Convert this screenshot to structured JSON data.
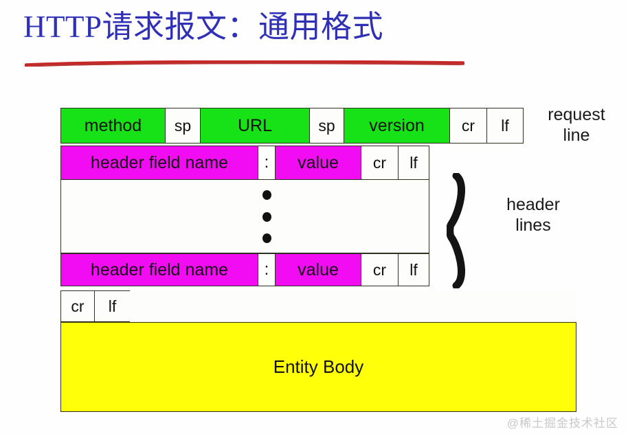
{
  "slide": {
    "title": "HTTP请求报文：通用格式",
    "title_color": "#2f30b5",
    "underline_color": "#c62828"
  },
  "diagram": {
    "type": "http-request-message-format",
    "colors": {
      "green": "#16e216",
      "magenta": "#f10cf1",
      "white": "#fdfdfb",
      "yellow": "#ffff09",
      "border": "#2f2f1f"
    },
    "request_line": {
      "label": "request\nline",
      "cells": [
        {
          "text": "method",
          "fill": "green"
        },
        {
          "text": "sp",
          "fill": "white"
        },
        {
          "text": "URL",
          "fill": "green"
        },
        {
          "text": "sp",
          "fill": "white"
        },
        {
          "text": "version",
          "fill": "green"
        },
        {
          "text": "cr",
          "fill": "white"
        },
        {
          "text": "lf",
          "fill": "white"
        }
      ]
    },
    "header_lines": {
      "label": "header\nlines",
      "first_row": [
        {
          "text": "header field name",
          "fill": "magenta"
        },
        {
          "text": ":",
          "fill": "white"
        },
        {
          "text": "value",
          "fill": "magenta"
        },
        {
          "text": "cr",
          "fill": "white"
        },
        {
          "text": "lf",
          "fill": "white"
        }
      ],
      "ellipsis_row": {
        "text": "",
        "fill": "white",
        "dots": 3
      },
      "last_row": [
        {
          "text": "header field name",
          "fill": "magenta"
        },
        {
          "text": ":",
          "fill": "white"
        },
        {
          "text": "value",
          "fill": "magenta"
        },
        {
          "text": "cr",
          "fill": "white"
        },
        {
          "text": "lf",
          "fill": "white"
        }
      ]
    },
    "blank_line": [
      {
        "text": "cr",
        "fill": "white"
      },
      {
        "text": "lf",
        "fill": "white"
      },
      {
        "text": "",
        "fill": "white"
      }
    ],
    "entity_body": {
      "text": "Entity Body",
      "fill": "yellow"
    }
  },
  "watermark": "@稀土掘金技术社区"
}
